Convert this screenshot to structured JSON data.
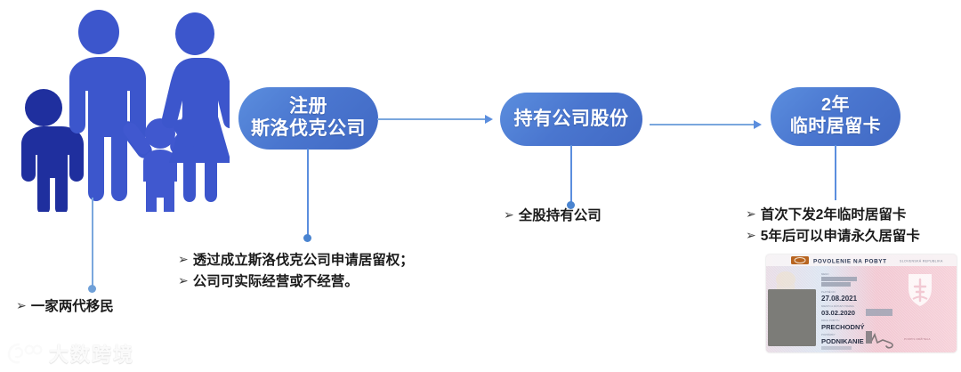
{
  "flow": {
    "nodes": [
      {
        "id": "register",
        "line1": "注册",
        "line2": "斯洛伐克公司"
      },
      {
        "id": "shares",
        "line1": "持有公司股份",
        "line2": ""
      },
      {
        "id": "card",
        "line1": "2年",
        "line2": "临时居留卡"
      }
    ]
  },
  "bullets": {
    "family": [
      "一家两代移民"
    ],
    "register": [
      "透过成立斯洛伐克公司申请居留权；",
      "公司可实际经营或不经营。"
    ],
    "shares": [
      "全股持有公司"
    ],
    "card": [
      "首次下发2年临时居留卡",
      "5年后可以申请永久居留卡"
    ],
    "marker": "➢"
  },
  "family_icon": {
    "figures": [
      "elder-person",
      "father",
      "child",
      "mother"
    ],
    "colors": {
      "dark": "#1f2f9e",
      "main": "#3c56cc",
      "mid": "#4058cf"
    }
  },
  "residence_card": {
    "header_title": "POVOLENIE NA POBYT",
    "fields": [
      {
        "label": "MENO",
        "value": ""
      },
      {
        "label": "PLATNÉ DO",
        "value": "27.08.2021"
      },
      {
        "label": "MIESTO A DÁTUM VYDANIA",
        "value": "03.02.2020"
      },
      {
        "label": "DRUH POBYTU",
        "value": "PRECHODNÝ"
      },
      {
        "label": "POZNÁMKY",
        "value": "PODNIKANIE"
      }
    ],
    "footer_label": "PODPIS DRŽITEĽA",
    "emblem": "slovak-coat-of-arms"
  },
  "watermark": {
    "text": "大数跨境",
    "logo": "dashu-logo"
  },
  "colors": {
    "node_blue": "#4a76cf",
    "node_blue_light": "#5b8ede",
    "connector": "#7aa7dd",
    "dot": "#4a84d0",
    "text_dark": "#1a1a1a"
  }
}
